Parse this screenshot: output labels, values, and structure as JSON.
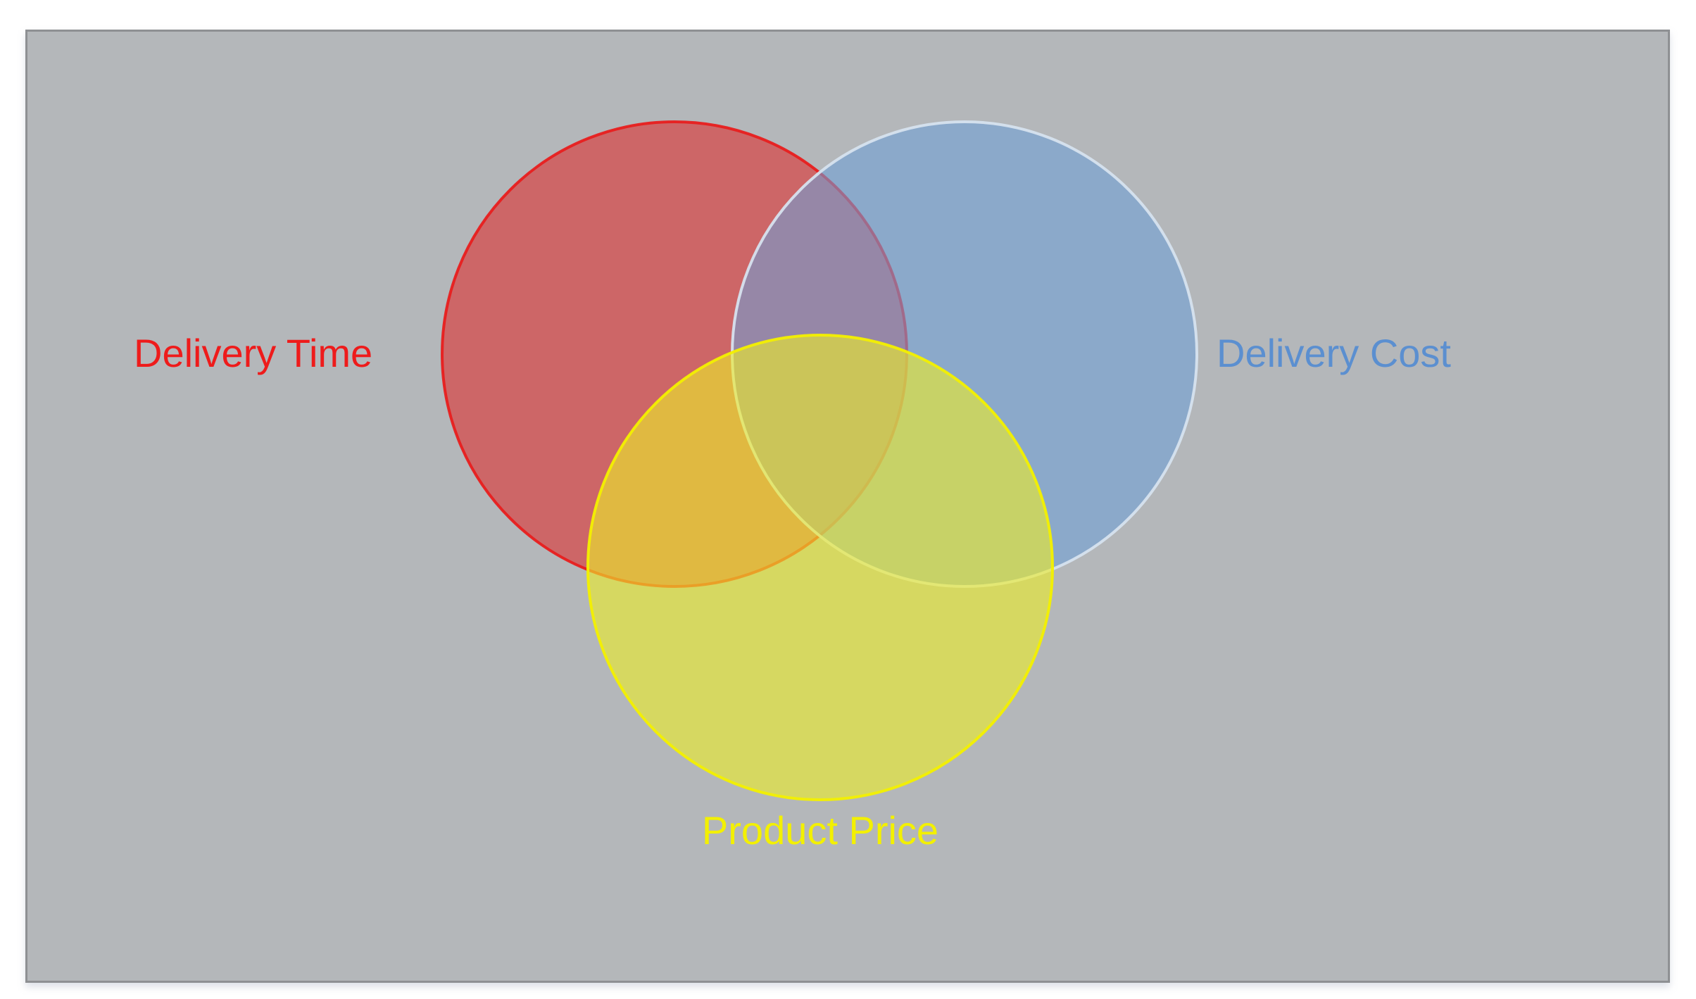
{
  "sets": [
    {
      "key": "time",
      "label": "Delivery Time",
      "color": "#ee1b1b",
      "fill": "#e02b2b",
      "stroke": "#e81e1e"
    },
    {
      "key": "cost",
      "label": "Delivery Cost",
      "color": "#5b8fd0",
      "fill": "#6f9fd6",
      "stroke": "#d6e1ee"
    },
    {
      "key": "price",
      "label": "Product Price",
      "color": "#f3f000",
      "fill": "#ecec2a",
      "stroke": "#f3f000"
    }
  ],
  "background": "#b4b7ba"
}
